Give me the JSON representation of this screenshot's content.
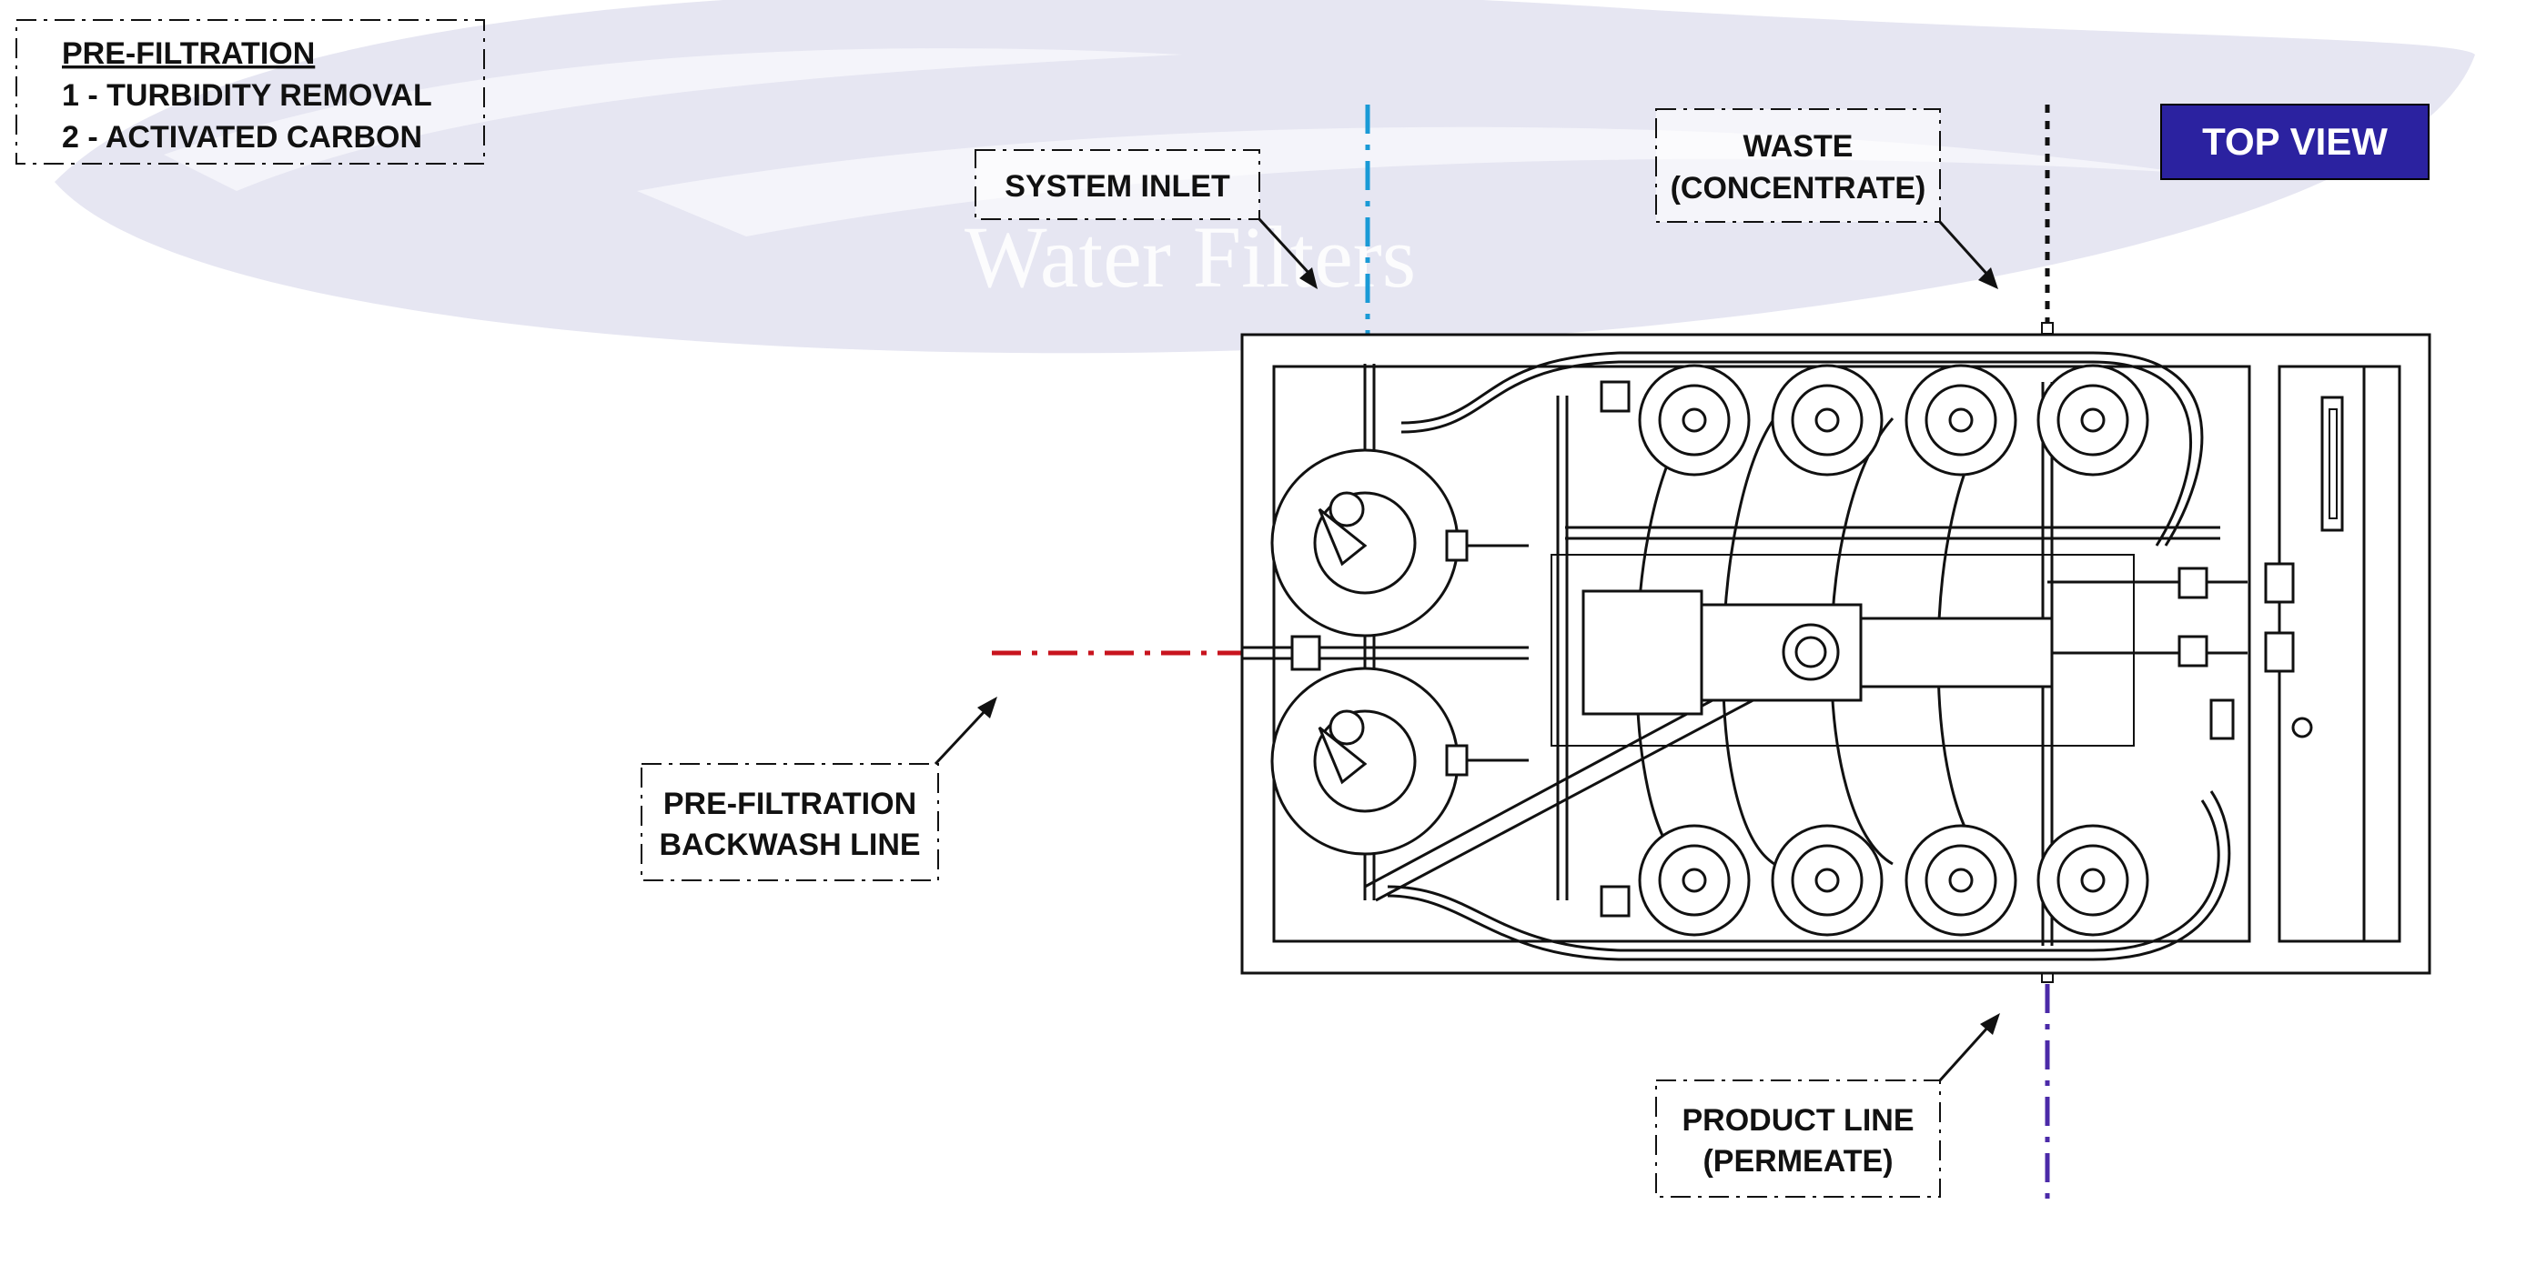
{
  "watermark": {
    "text": "Water Filters"
  },
  "view_badge": {
    "label": "TOP VIEW"
  },
  "pre_filtration_legend": {
    "title": "PRE-FILTRATION",
    "items": [
      "1 - TURBIDITY REMOVAL",
      "2 - ACTIVATED CARBON"
    ]
  },
  "callouts": {
    "system_inlet": [
      "SYSTEM INLET"
    ],
    "waste": [
      "WASTE",
      "(CONCENTRATE)"
    ],
    "backwash": [
      "PRE-FILTRATION",
      "BACKWASH LINE"
    ],
    "product": [
      "PRODUCT LINE",
      "(PERMEATE)"
    ]
  },
  "colors": {
    "inlet_line": "#1a9ad6",
    "backwash_line": "#c8141e",
    "product_line": "#4b2aa8",
    "waste_line": "#111111",
    "badge_fill": "#2b22a0",
    "watermark": "#e6e6f2"
  },
  "icons": [
    "cartridge-filter-icon",
    "membrane-housing-icon",
    "pump-icon",
    "valve-icon",
    "arrow-icon"
  ]
}
